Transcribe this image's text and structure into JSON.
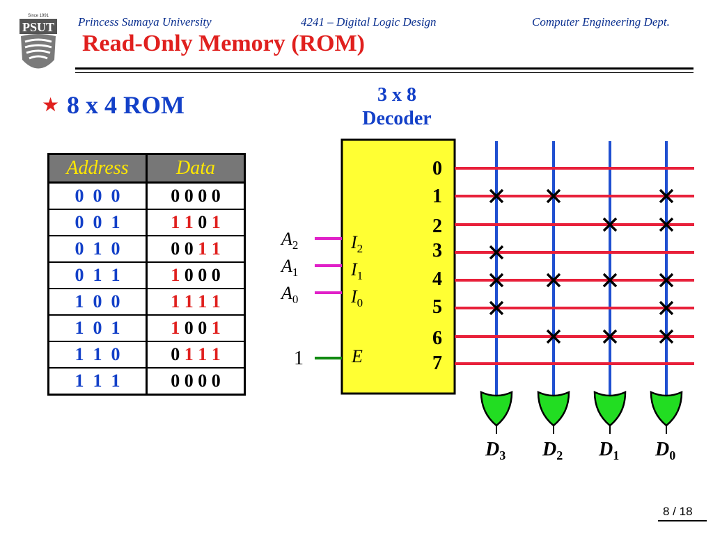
{
  "header": {
    "university": "Princess Sumaya University",
    "course": "4241 – Digital Logic Design",
    "department": "Computer Engineering Dept.",
    "logo_text": "PSUT",
    "logo_since": "Since 1991"
  },
  "title": "Read-Only Memory (ROM)",
  "bullet": "8 x 4 ROM",
  "decoder_label": [
    "3 x 8",
    "Decoder"
  ],
  "table": {
    "headers": [
      "Address",
      "Data"
    ],
    "rows": [
      {
        "address": "0  0  0",
        "data": [
          "0",
          "0",
          "0",
          "0"
        ]
      },
      {
        "address": "0  0  1",
        "data": [
          "1",
          "1",
          "0",
          "1"
        ]
      },
      {
        "address": "0  1  0",
        "data": [
          "0",
          "0",
          "1",
          "1"
        ]
      },
      {
        "address": "0  1  1",
        "data": [
          "1",
          "0",
          "0",
          "0"
        ]
      },
      {
        "address": "1  0  0",
        "data": [
          "1",
          "1",
          "1",
          "1"
        ]
      },
      {
        "address": "1  0  1",
        "data": [
          "1",
          "0",
          "0",
          "1"
        ]
      },
      {
        "address": "1  1  0",
        "data": [
          "0",
          "1",
          "1",
          "1"
        ]
      },
      {
        "address": "1  1  1",
        "data": [
          "0",
          "0",
          "0",
          "0"
        ]
      }
    ]
  },
  "decoder": {
    "outputs": [
      "0",
      "1",
      "2",
      "3",
      "4",
      "5",
      "6",
      "7"
    ],
    "inputs": [
      {
        "pin": "I",
        "sub": "2",
        "signal": "A",
        "signal_sub": "2"
      },
      {
        "pin": "I",
        "sub": "1",
        "signal": "A",
        "signal_sub": "1"
      },
      {
        "pin": "I",
        "sub": "0",
        "signal": "A",
        "signal_sub": "0"
      }
    ],
    "enable": {
      "pin": "E",
      "value": "1"
    }
  },
  "outputs": [
    {
      "name": "D",
      "sub": "3"
    },
    {
      "name": "D",
      "sub": "2"
    },
    {
      "name": "D",
      "sub": "1"
    },
    {
      "name": "D",
      "sub": "0"
    }
  ],
  "connections": [
    [
      0,
      0,
      0,
      0
    ],
    [
      1,
      1,
      0,
      1
    ],
    [
      0,
      0,
      1,
      1
    ],
    [
      1,
      0,
      0,
      0
    ],
    [
      1,
      1,
      1,
      1
    ],
    [
      1,
      0,
      0,
      1
    ],
    [
      0,
      1,
      1,
      1
    ],
    [
      0,
      0,
      0,
      0
    ]
  ],
  "colors": {
    "title": "#e0201e",
    "accent_blue": "#1340c8",
    "decoder_fill": "#ffff33",
    "word_line": "#e8203a",
    "bit_line": "#1f4fd0",
    "input_line": "#e020c8",
    "enable_line": "#108a10",
    "or_gate": "#22dd22",
    "table_header_bg": "#777777",
    "table_header_text": "#ffe800"
  },
  "page": "8 / 18"
}
